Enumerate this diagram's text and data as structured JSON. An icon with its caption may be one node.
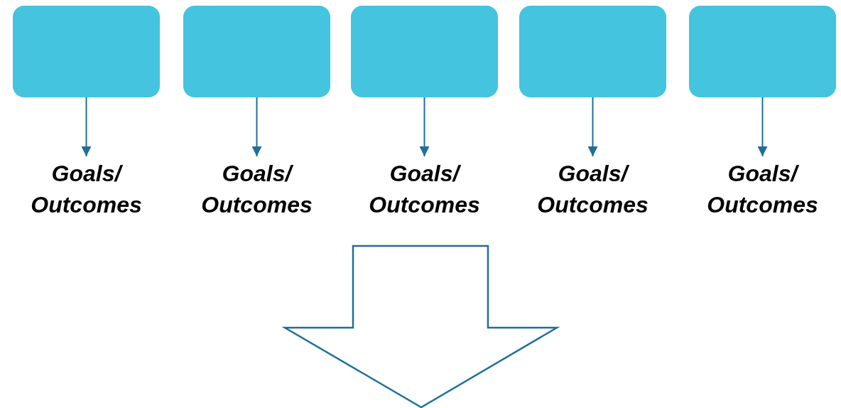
{
  "diagram": {
    "nodes": [
      {
        "text": [],
        "shape": "box"
      },
      {
        "text": [],
        "shape": "box"
      },
      {
        "text": [],
        "shape": "box"
      },
      {
        "text": [],
        "shape": "box"
      },
      {
        "text": [],
        "shape": "box"
      },
      {
        "text": [
          "Goals/ Outcomes"
        ]
      },
      {
        "text": [
          "Goals/ Outcomes"
        ]
      },
      {
        "text": [
          "Goals/ Outcomes"
        ]
      },
      {
        "text": [
          "Goals/ Outcomes"
        ]
      },
      {
        "text": [
          "Goals/ Outcomes"
        ]
      }
    ],
    "edges": [
      {
        "from": 0,
        "to": 5,
        "arrow": "to"
      },
      {
        "from": 1,
        "to": 6,
        "arrow": "to"
      },
      {
        "from": 2,
        "to": 7,
        "arrow": "to"
      },
      {
        "from": 3,
        "to": 8,
        "arrow": "to"
      },
      {
        "from": 4,
        "to": 9,
        "arrow": "to"
      }
    ]
  }
}
